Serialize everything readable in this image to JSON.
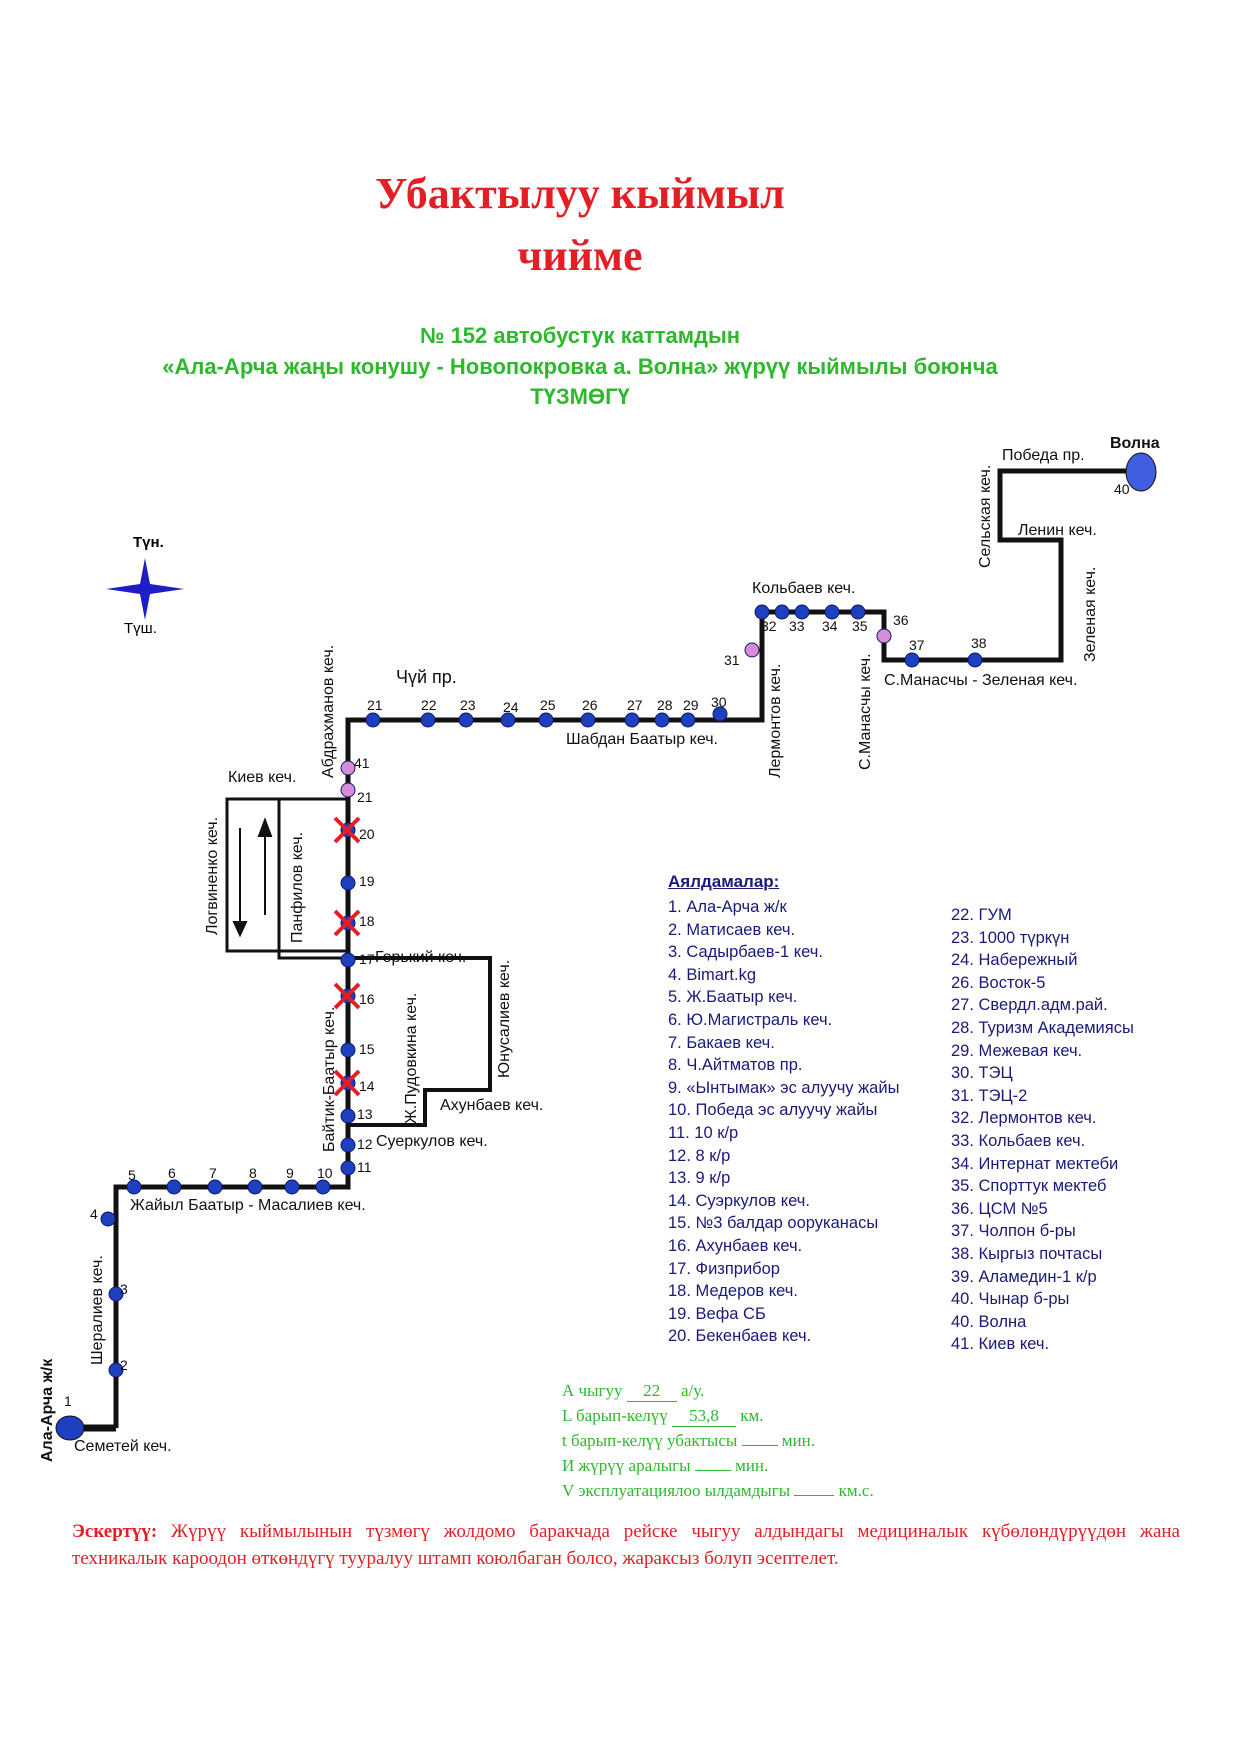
{
  "title": {
    "line1": "Убактылуу кыймыл",
    "line2": "чийме"
  },
  "subtitle": {
    "line1": "№ 152  автобустук каттамдын",
    "line2": "«Ала-Арча жаңы конушу  - Новопокровка а. Волна»  жүрүү кыймылы боюнча",
    "line3": "ТҮЗМӨГҮ"
  },
  "compass": {
    "north": "Түн.",
    "south": "Түш."
  },
  "colors": {
    "title": "#e31e24",
    "green": "#2db82d",
    "stop_fill": "#1e3fbf",
    "route": "#111111",
    "closed": "#e31e24"
  },
  "map": {
    "street_labels": [
      "Победа пр.",
      "Волна",
      "Сельская кеч.",
      "Ленин кеч.",
      "Зеленая кеч.",
      "Кольбаев кеч.",
      "С.Манасчы - Зеленая кеч.",
      "С.Манасчы кеч.",
      "Лермонтов кеч.",
      "Чүй пр.",
      "Шабдан Баатыр кеч.",
      "Абдрахманов кеч.",
      "Киев кеч.",
      "Логвиненко кеч.",
      "Панфилов кеч.",
      "Горький кеч.",
      "Юнусалиев кеч.",
      "Ж.Пудовкина кеч.",
      "Ахунбаев кеч.",
      "Байтик-Баатыр кеч.",
      "Суеркулов кеч.",
      "Жайыл Баатыр -  Масалиев кеч.",
      "Шералиев кеч.",
      "Ала-Арча ж/к",
      "Семетей кеч."
    ],
    "stop_numbers": [
      "1",
      "2",
      "3",
      "4",
      "5",
      "6",
      "7",
      "8",
      "9",
      "10",
      "11",
      "12",
      "13",
      "14",
      "15",
      "16",
      "17",
      "18",
      "19",
      "20",
      "21",
      "21",
      "22",
      "23",
      "24",
      "25",
      "26",
      "27",
      "28",
      "29",
      "30",
      "31",
      "32",
      "33",
      "34",
      "35",
      "36",
      "37",
      "38",
      "40",
      "41"
    ]
  },
  "legend": {
    "title": "Аялдамалар:",
    "col1": [
      "1. Ала-Арча ж/к",
      "2. Матисаев кеч.",
      "3. Садырбаев-1 кеч.",
      "4.  Bimart.kg",
      "5. Ж.Баатыр кеч.",
      "6. Ю.Магистраль кеч.",
      "7. Бакаев кеч.",
      "8. Ч.Айтматов пр.",
      "9. «Ынтымак» эс алуучу жайы",
      "10. Победа эс алуучу жайы",
      "11. 10 к/р",
      "12. 8 к/р",
      "13. 9 к/р",
      "14. Суэркулов кеч.",
      "15. №3 балдар ооруканасы",
      "16. Ахунбаев кеч.",
      "17. Физприбор",
      "18. Медеров кеч.",
      "19. Вефа СБ",
      "20. Бекенбаев кеч."
    ],
    "col2": [
      "22. ГУМ",
      "23. 1000 түркүн",
      "24. Набережный",
      "26. Восток-5",
      "27. Свердл.адм.рай.",
      "28. Туризм Академиясы",
      "29. Межевая кеч.",
      "30. ТЭЦ",
      "31. ТЭЦ-2",
      "32. Лермонтов кеч.",
      "33. Кольбаев кеч.",
      "34. Интернат мектеби",
      "35. Спорттук мектеб",
      "36. ЦСМ №5",
      "37. Чолпон б-ры",
      "38. Кыргыз почтасы",
      "39. Аламедин-1 к/р",
      "40. Чынар б-ры",
      "40. Волна",
      "41. Киев кеч."
    ]
  },
  "params": {
    "A_label": "А чыгуу",
    "A_value": "22",
    "A_unit": "а/у.",
    "L_label": "L барып-келүү",
    "L_value": "53,8",
    "L_unit": "км.",
    "t_label": "t барып-келүү убактысы",
    "t_unit": "мин.",
    "I_label": "И жүрүү аралыгы",
    "I_unit": "мин.",
    "V_label": "V эксплуатациялоо ылдамдыгы",
    "V_unit": "км.с."
  },
  "note": {
    "label": "Эскертүү:",
    "text": "Жүрүү кыймылынын түзмөгү жолдомо баракчада рейске чыгуу алдындагы медициналык күбөлөндүрүүдөн жана техникалык кароодон өткөндүгү тууралуу штамп коюлбаган болсо, жараксыз болуп эсептелет."
  }
}
